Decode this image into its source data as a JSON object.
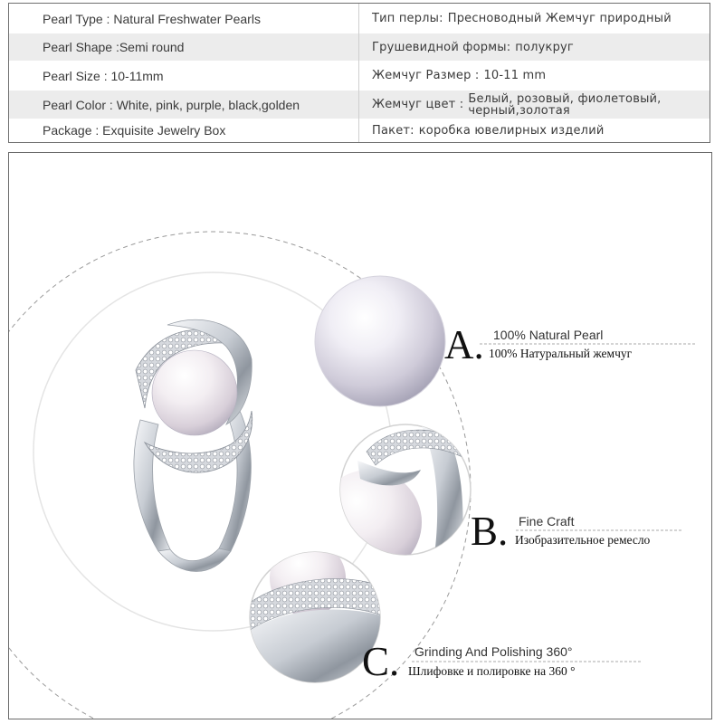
{
  "spec_table": {
    "rows": [
      {
        "en": "Pearl Type : Natural Freshwater Pearls",
        "ru_label": "Тип перлы:",
        "ru_value": "Пресноводный Жемчуг природный"
      },
      {
        "en": "Pearl Shape :Semi round",
        "ru_label": "Грушевидной формы:",
        "ru_value": "полукруг"
      },
      {
        "en": "Pearl Size : 10-11mm",
        "ru_label": "Жемчуг Размер :",
        "ru_value": "10-11 mm"
      },
      {
        "en": "Pearl Color : White, pink, purple, black,golden",
        "ru_label": "Жемчуг цвет :",
        "ru_value": "Белый, розовый, фиолетовый, черный,золотая"
      },
      {
        "en": "Package : Exquisite Jewelry Box",
        "ru_label": "Пакет:",
        "ru_value": "коробка ювелирных изделий"
      }
    ]
  },
  "features": [
    {
      "letter": "A.",
      "title_en": "100% Natural Pearl",
      "title_ru": "100% Натуральный жемчуг",
      "detail_icon": "pearl-closeup-icon"
    },
    {
      "letter": "B.",
      "title_en": "Fine Craft",
      "title_ru": "Изобразительное ремесло",
      "detail_icon": "craft-closeup-icon"
    },
    {
      "letter": "C.",
      "title_en": "Grinding And Polishing 360°",
      "title_ru": "Шлифовке и полировке на 360 °",
      "detail_icon": "polish-closeup-icon"
    }
  ],
  "product": {
    "icon": "pearl-ring-icon"
  },
  "colors": {
    "table_border": "#6f6f6f",
    "row_shade": "#ececec",
    "metal": "#c9cdd3",
    "pearl_highlight": "#ffffff",
    "pearl_shade": "#b9b7c6"
  }
}
